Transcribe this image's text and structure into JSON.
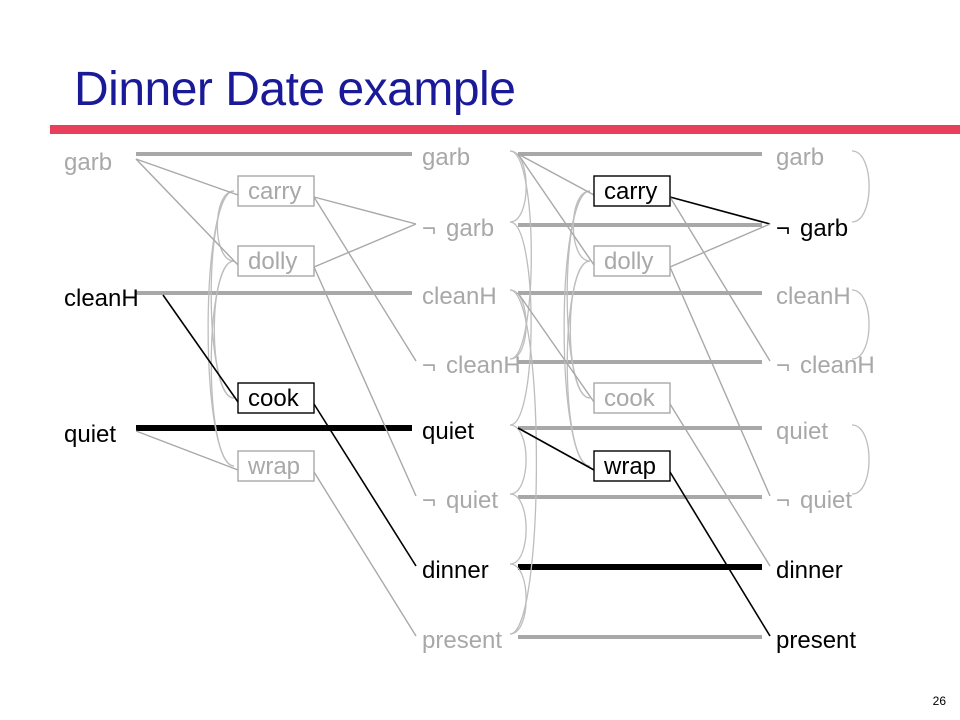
{
  "slide": {
    "title": "Dinner Date example",
    "number": "26"
  },
  "colors": {
    "title": "#1a1a99",
    "rule": "#e8405a",
    "active": "#000000",
    "inactive": "#a8a8a8",
    "mutex": "#bdbdbd"
  },
  "graph": {
    "neg_symbol": "¬",
    "levels": [
      {
        "id": "s0",
        "propositions": [
          {
            "id": "s0-garb",
            "label": "garb",
            "negated": false,
            "active": false
          },
          {
            "id": "s0-cleanH",
            "label": "cleanH",
            "negated": false,
            "active": true
          },
          {
            "id": "s0-quiet",
            "label": "quiet",
            "negated": false,
            "active": true
          }
        ]
      },
      {
        "id": "a1",
        "actions": [
          {
            "id": "a1-carry",
            "label": "carry",
            "active": false
          },
          {
            "id": "a1-dolly",
            "label": "dolly",
            "active": false
          },
          {
            "id": "a1-cook",
            "label": "cook",
            "active": true
          },
          {
            "id": "a1-wrap",
            "label": "wrap",
            "active": false
          }
        ]
      },
      {
        "id": "s1",
        "propositions": [
          {
            "id": "s1-garb",
            "label": "garb",
            "negated": false,
            "active": false
          },
          {
            "id": "s1-ngarb",
            "label": "garb",
            "negated": true,
            "active": false
          },
          {
            "id": "s1-cleanH",
            "label": "cleanH",
            "negated": false,
            "active": false
          },
          {
            "id": "s1-ncleanH",
            "label": "cleanH",
            "negated": true,
            "active": false
          },
          {
            "id": "s1-quiet",
            "label": "quiet",
            "negated": false,
            "active": true
          },
          {
            "id": "s1-nquiet",
            "label": "quiet",
            "negated": true,
            "active": false
          },
          {
            "id": "s1-dinner",
            "label": "dinner",
            "negated": false,
            "active": true
          },
          {
            "id": "s1-present",
            "label": "present",
            "negated": false,
            "active": false
          }
        ]
      },
      {
        "id": "a2",
        "actions": [
          {
            "id": "a2-carry",
            "label": "carry",
            "active": true
          },
          {
            "id": "a2-dolly",
            "label": "dolly",
            "active": false
          },
          {
            "id": "a2-cook",
            "label": "cook",
            "active": false
          },
          {
            "id": "a2-wrap",
            "label": "wrap",
            "active": true
          }
        ]
      },
      {
        "id": "s2",
        "propositions": [
          {
            "id": "s2-garb",
            "label": "garb",
            "negated": false,
            "active": false
          },
          {
            "id": "s2-ngarb",
            "label": "garb",
            "negated": true,
            "active": true
          },
          {
            "id": "s2-cleanH",
            "label": "cleanH",
            "negated": false,
            "active": false
          },
          {
            "id": "s2-ncleanH",
            "label": "cleanH",
            "negated": true,
            "active": false
          },
          {
            "id": "s2-quiet",
            "label": "quiet",
            "negated": false,
            "active": false
          },
          {
            "id": "s2-nquiet",
            "label": "quiet",
            "negated": true,
            "active": false
          },
          {
            "id": "s2-dinner",
            "label": "dinner",
            "negated": false,
            "active": true
          },
          {
            "id": "s2-present",
            "label": "present",
            "negated": false,
            "active": true
          }
        ]
      }
    ],
    "persistence": [
      {
        "from": "s0-garb",
        "to": "s1-garb",
        "active": false
      },
      {
        "from": "s0-cleanH",
        "to": "s1-cleanH",
        "active": false
      },
      {
        "from": "s0-quiet",
        "to": "s1-quiet",
        "active": true
      },
      {
        "from": "s1-garb",
        "to": "s2-garb",
        "active": false
      },
      {
        "from": "s1-ngarb",
        "to": "s2-ngarb",
        "active": false
      },
      {
        "from": "s1-cleanH",
        "to": "s2-cleanH",
        "active": false
      },
      {
        "from": "s1-ncleanH",
        "to": "s2-ncleanH",
        "active": false
      },
      {
        "from": "s1-quiet",
        "to": "s2-quiet",
        "active": false
      },
      {
        "from": "s1-nquiet",
        "to": "s2-nquiet",
        "active": false
      },
      {
        "from": "s1-dinner",
        "to": "s2-dinner",
        "active": true
      },
      {
        "from": "s1-present",
        "to": "s2-present",
        "active": false
      }
    ],
    "preconditions": [
      {
        "from": "s0-garb",
        "to": "a1-carry",
        "active": false
      },
      {
        "from": "s0-garb",
        "to": "a1-dolly",
        "active": false
      },
      {
        "from": "s0-cleanH",
        "to": "a1-cook",
        "active": true
      },
      {
        "from": "s0-quiet",
        "to": "a1-wrap",
        "active": false
      },
      {
        "from": "s1-garb",
        "to": "a2-carry",
        "active": false
      },
      {
        "from": "s1-garb",
        "to": "a2-dolly",
        "active": false
      },
      {
        "from": "s1-cleanH",
        "to": "a2-cook",
        "active": false
      },
      {
        "from": "s1-quiet",
        "to": "a2-wrap",
        "active": true
      }
    ],
    "effects": [
      {
        "from": "a1-carry",
        "to": "s1-ngarb",
        "active": false
      },
      {
        "from": "a1-carry",
        "to": "s1-ncleanH",
        "active": false
      },
      {
        "from": "a1-dolly",
        "to": "s1-ngarb",
        "active": false
      },
      {
        "from": "a1-dolly",
        "to": "s1-nquiet",
        "active": false
      },
      {
        "from": "a1-cook",
        "to": "s1-dinner",
        "active": true
      },
      {
        "from": "a1-wrap",
        "to": "s1-present",
        "active": false
      },
      {
        "from": "a2-carry",
        "to": "s2-ngarb",
        "active": true
      },
      {
        "from": "a2-carry",
        "to": "s2-ncleanH",
        "active": false
      },
      {
        "from": "a2-dolly",
        "to": "s2-ngarb",
        "active": false
      },
      {
        "from": "a2-dolly",
        "to": "s2-nquiet",
        "active": false
      },
      {
        "from": "a2-cook",
        "to": "s2-dinner",
        "active": false
      },
      {
        "from": "a2-wrap",
        "to": "s2-present",
        "active": true
      }
    ],
    "mutex_arcs": [
      {
        "a": "a1-carry",
        "b": "a1-dolly"
      },
      {
        "a": "a1-carry",
        "b": "a1-cook"
      },
      {
        "a": "a1-carry",
        "b": "a1-wrap"
      },
      {
        "a": "a1-dolly",
        "b": "a1-cook"
      },
      {
        "a": "a1-dolly",
        "b": "a1-wrap"
      },
      {
        "a": "a2-carry",
        "b": "a2-dolly"
      },
      {
        "a": "a2-carry",
        "b": "a2-cook"
      },
      {
        "a": "a2-carry",
        "b": "a2-wrap"
      },
      {
        "a": "a2-dolly",
        "b": "a2-cook"
      },
      {
        "a": "a2-dolly",
        "b": "a2-wrap"
      },
      {
        "a": "s1-garb",
        "b": "s1-ngarb"
      },
      {
        "a": "s1-garb",
        "b": "s1-ncleanH"
      },
      {
        "a": "s1-cleanH",
        "b": "s1-ncleanH"
      },
      {
        "a": "s1-quiet",
        "b": "s1-nquiet"
      },
      {
        "a": "s1-nquiet",
        "b": "s1-dinner"
      },
      {
        "a": "s1-dinner",
        "b": "s1-present"
      },
      {
        "a": "s1-ngarb",
        "b": "s1-quiet"
      },
      {
        "a": "s1-cleanH",
        "b": "s1-present"
      },
      {
        "a": "s2-garb",
        "b": "s2-ngarb"
      },
      {
        "a": "s2-cleanH",
        "b": "s2-ncleanH"
      },
      {
        "a": "s2-quiet",
        "b": "s2-nquiet"
      }
    ]
  }
}
